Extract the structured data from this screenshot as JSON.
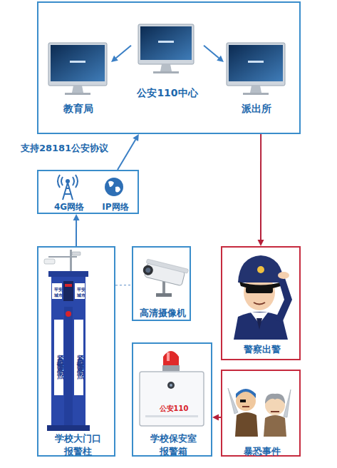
{
  "diagram": {
    "nodes": [
      {
        "text": []
      },
      {
        "text": [
          "公安110中心"
        ],
        "in": 0
      },
      {
        "text": [
          "教育局"
        ],
        "in": 0
      },
      {
        "text": [
          "派出所"
        ],
        "in": 0
      },
      {
        "text": [
          "4G网络",
          "IP网络"
        ]
      },
      {
        "text": [
          "学校大门口 报警柱"
        ]
      },
      {
        "text": [
          "高清摄像机"
        ]
      },
      {
        "text": [
          "警察出警"
        ]
      },
      {
        "text": [
          "学校保安室 报警箱"
        ]
      },
      {
        "text": [
          "暴恐事件"
        ]
      }
    ],
    "edges": [
      {
        "from": 1,
        "to": 2,
        "arrow": "to"
      },
      {
        "from": 1,
        "to": 3,
        "arrow": "to"
      },
      {
        "from": 4,
        "to": 0,
        "label": "支持28181公安协议",
        "arrow": "to"
      },
      {
        "from": 5,
        "to": 4,
        "arrow": "to"
      },
      {
        "from": 5,
        "to": 6,
        "arrow": "none"
      },
      {
        "from": 0,
        "to": 7,
        "arrow": "to"
      },
      {
        "from": 9,
        "to": 8,
        "arrow": "to"
      }
    ],
    "labels": [
      "平安城市",
      "平安城市",
      "紧急报警求助点",
      "紧急报警求助点",
      "公安110"
    ]
  }
}
